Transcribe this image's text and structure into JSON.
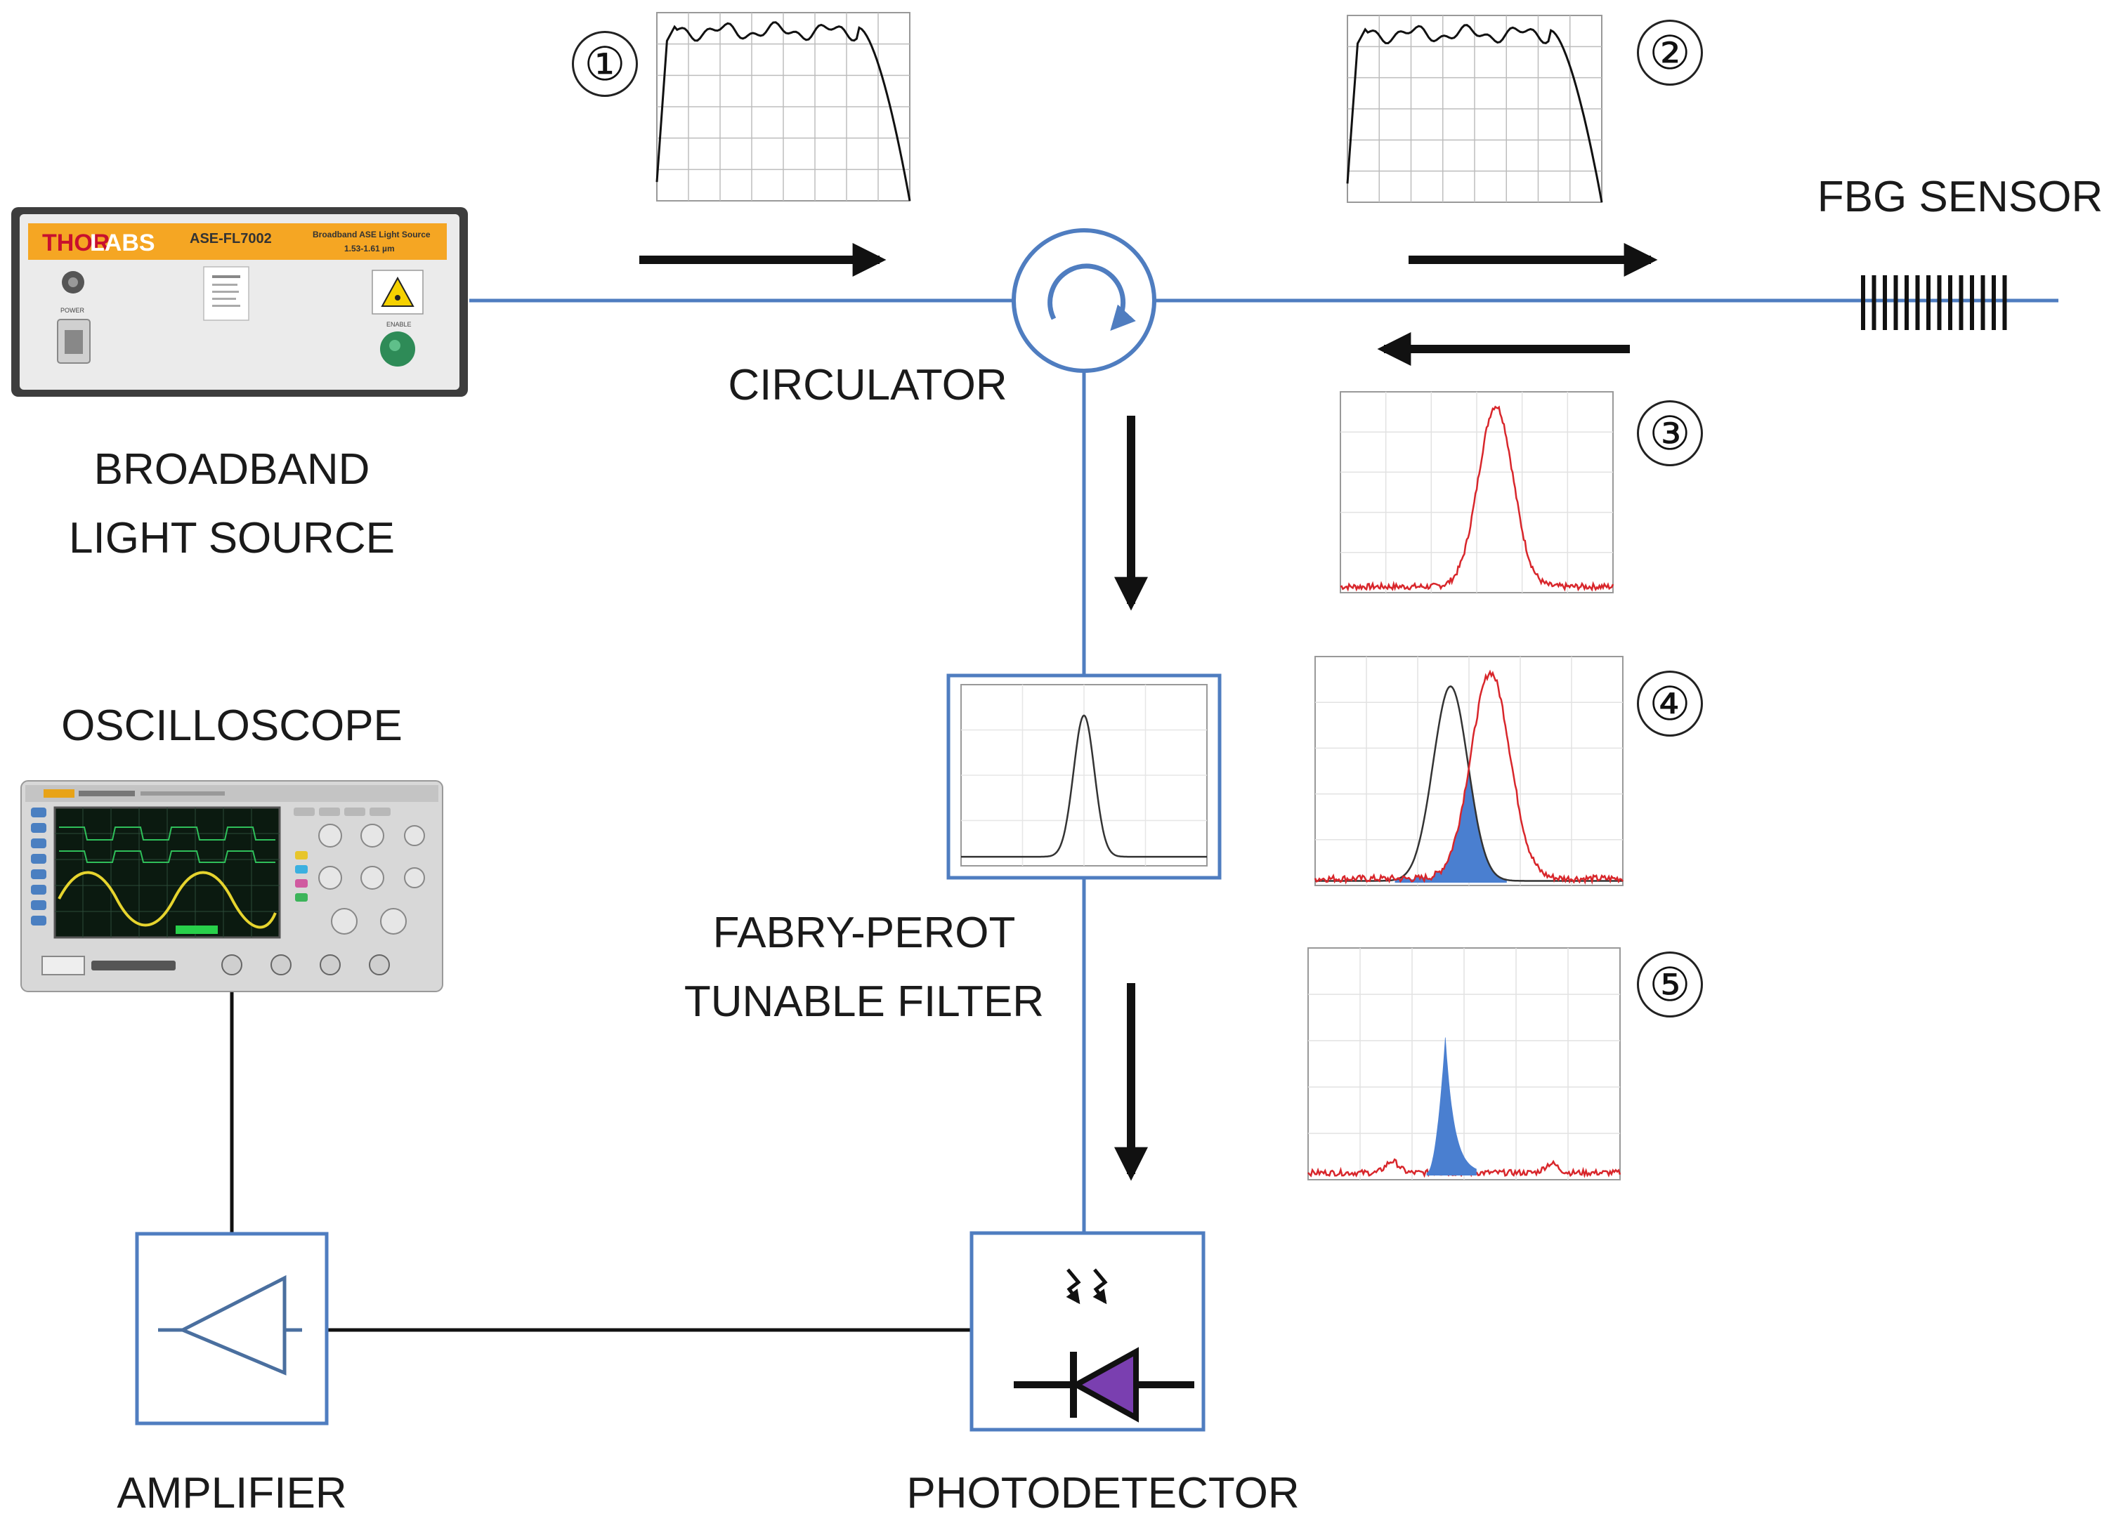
{
  "labels": {
    "fbg_sensor": "FBG SENSOR",
    "circulator": "CIRCULATOR",
    "broadband": [
      "BROADBAND",
      "LIGHT SOURCE"
    ],
    "oscilloscope": "OSCILLOSCOPE",
    "fabry_perot": [
      "FABRY-PEROT",
      "TUNABLE FILTER"
    ],
    "amplifier": "AMPLIFIER",
    "photodetector": "PHOTODETECTOR"
  },
  "step_numbers": [
    "①",
    "②",
    "③",
    "④",
    "⑤"
  ],
  "device_text": {
    "source_brand_a": "THOR",
    "source_brand_b": "LABS",
    "source_model": "ASE-FL7002",
    "source_desc_1": "Broadband ASE Light Source",
    "source_desc_2": "1.53-1.61 µm",
    "source_power": "POWER",
    "source_enable": "ENABLE"
  },
  "colors": {
    "fiber": "#4f7dc0",
    "wire": "#111111",
    "reflected": "#d8262b",
    "filter_curve": "#333333",
    "overlap_fill": "#4a7fd0",
    "diode_fill": "#7a3fb0",
    "source_orange": "#f5a623"
  },
  "icons": {
    "circulator": "circular-arrow-icon",
    "amplifier": "triangle-amplifier-icon",
    "photodiode": "photodiode-icon",
    "grating": "bragg-grating-icon"
  }
}
